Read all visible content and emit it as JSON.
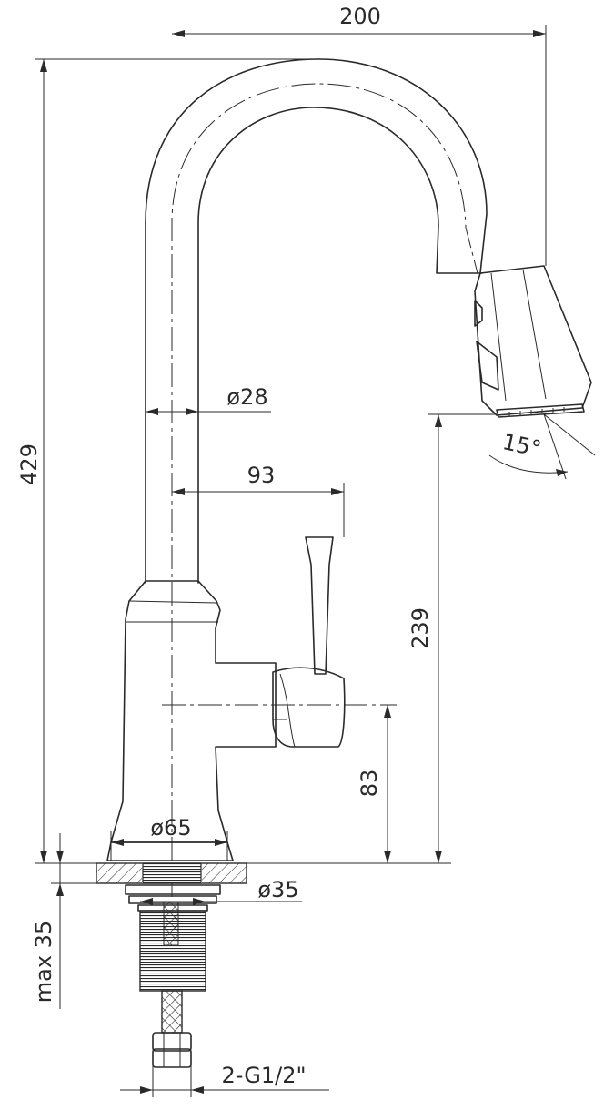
{
  "drawing": {
    "subject": "pull-out kitchen faucet",
    "dimensions": {
      "overall_width": "200",
      "overall_height": "429",
      "spout_diameter": "ø28",
      "handle_offset": "93",
      "spout_outlet_height": "239",
      "handle_axis_height": "83",
      "base_diameter": "ø65",
      "mount_diameter": "ø35",
      "max_deck_thickness": "max 35",
      "connection_hoses": "2-G1/2\"",
      "spray_angle": "15°"
    }
  }
}
